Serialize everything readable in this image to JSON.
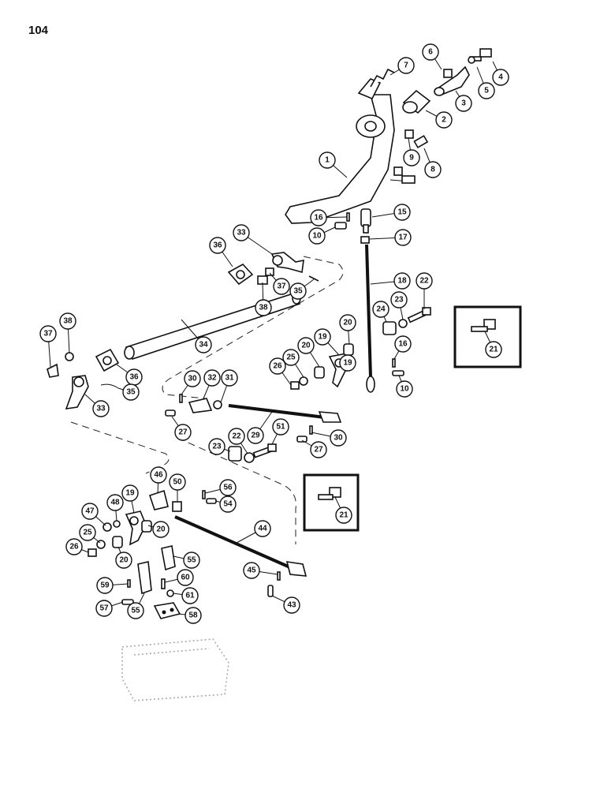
{
  "page": {
    "number": "104"
  },
  "callouts": [
    "1",
    "2",
    "3",
    "4",
    "5",
    "6",
    "7",
    "8",
    "9",
    "10",
    "15",
    "16",
    "17",
    "18",
    "19",
    "20",
    "21",
    "22",
    "23",
    "24",
    "25",
    "26",
    "27",
    "29",
    "30",
    "31",
    "32",
    "33",
    "34",
    "35",
    "36",
    "37",
    "38",
    "43",
    "44",
    "45",
    "46",
    "47",
    "48",
    "50",
    "51",
    "54",
    "55",
    "56",
    "57",
    "58",
    "59",
    "60",
    "61"
  ],
  "insets": [
    {
      "callout": "21"
    },
    {
      "callout": "21"
    }
  ]
}
